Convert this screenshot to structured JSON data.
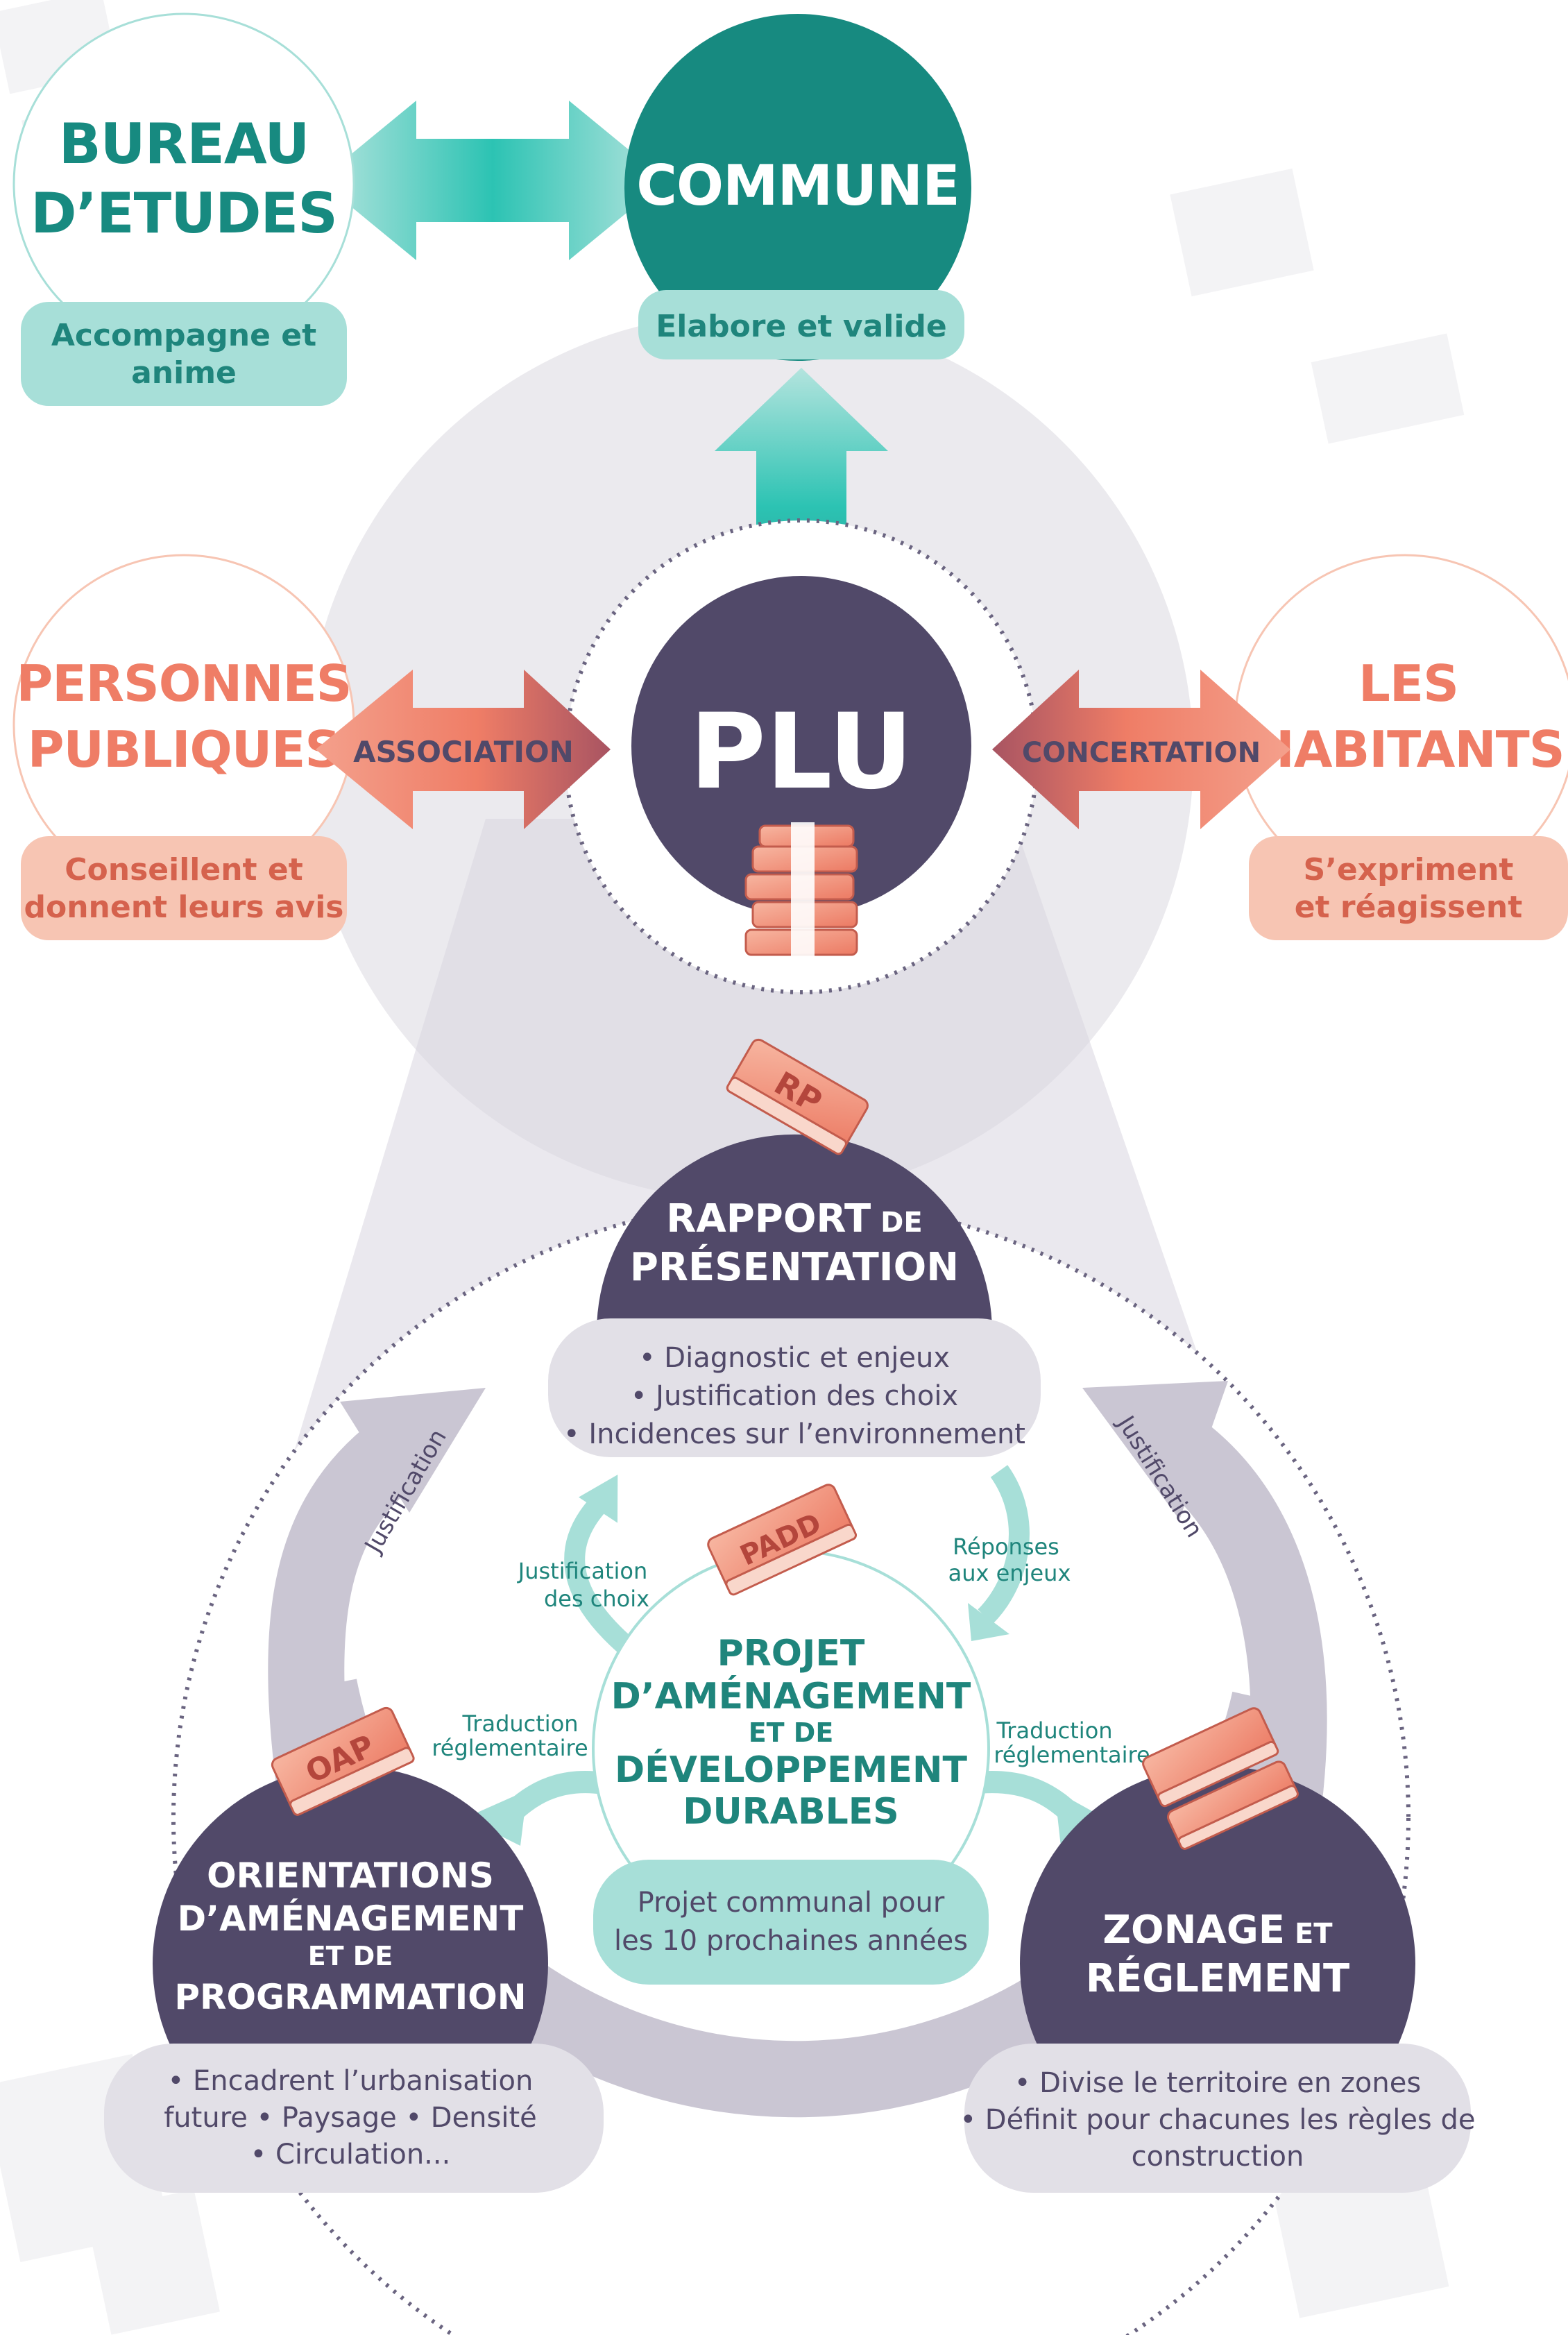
{
  "colors": {
    "teal_dark": "#178a80",
    "teal_light": "#a7dfd8",
    "teal_text": "#1f857c",
    "salmon": "#ef7d66",
    "salmon_light": "#f7c5b3",
    "purple": "#514969",
    "grey_halo": "#ebeaee",
    "grey_arrow": "#cac6d3",
    "pill_grey": "#e2e0e7"
  },
  "actors": {
    "bureau": {
      "title_line1": "BUREAU",
      "title_line2": "D’ETUDES",
      "role_line1": "Accompagne et",
      "role_line2": "anime"
    },
    "commune": {
      "title": "COMMUNE",
      "role": "Elabore et valide"
    },
    "personnes": {
      "title_line1": "PERSONNES",
      "title_line2": "PUBLIQUES",
      "role_line1": "Conseillent et",
      "role_line2": "donnent leurs avis"
    },
    "habitants": {
      "title_line1": "LES",
      "title_line2": "HABITANTS",
      "role_line1": "S’expriment",
      "role_line2": "et réagissent"
    }
  },
  "arrows": {
    "association": "ASSOCIATION",
    "concertation": "CONCERTATION"
  },
  "plu": {
    "title": "PLU"
  },
  "rp": {
    "book_label": "RP",
    "title_line1_main": "RAPPORT",
    "title_line1_small": " DE",
    "title_line2": "PRÉSENTATION",
    "bullets": [
      "• Diagnostic et enjeux",
      "• Justification des choix",
      "• Incidences sur l’environnement"
    ]
  },
  "padd": {
    "book_label": "PADD",
    "title_line1": "PROJET",
    "title_line2": "D’AMÉNAGEMENT",
    "title_line3": "ET DE",
    "title_line4": "DÉVELOPPEMENT",
    "title_line5": "DURABLES",
    "desc_line1": "Projet communal pour",
    "desc_line2": "les 10 prochaines années"
  },
  "oap": {
    "book_label": "OAP",
    "title_line1": "ORIENTATIONS",
    "title_line2": "D’AMÉNAGEMENT",
    "title_line3": "ET DE",
    "title_line4": "PROGRAMMATION",
    "desc_line1": "• Encadrent l’urbanisation",
    "desc_line2": "future • Paysage • Densité",
    "desc_line3": "• Circulation..."
  },
  "zonage": {
    "title_line1_main": "ZONAGE",
    "title_line1_small": " ET",
    "title_line2": "RÉGLEMENT",
    "desc_line1": "• Divise le territoire en zones",
    "desc_line2": "• Définit pour chacunes les règles de",
    "desc_line3": "construction"
  },
  "flow_labels": {
    "justification_left": "Justification",
    "justification_right": "Justification",
    "justif_choix_line1": "Justification",
    "justif_choix_line2": "des choix",
    "reponses_line1": "Réponses",
    "reponses_line2": "aux enjeux",
    "trad_left_line1": "Traduction",
    "trad_left_line2": "réglementaire",
    "trad_right_line1": "Traduction",
    "trad_right_line2": "réglementaire"
  }
}
